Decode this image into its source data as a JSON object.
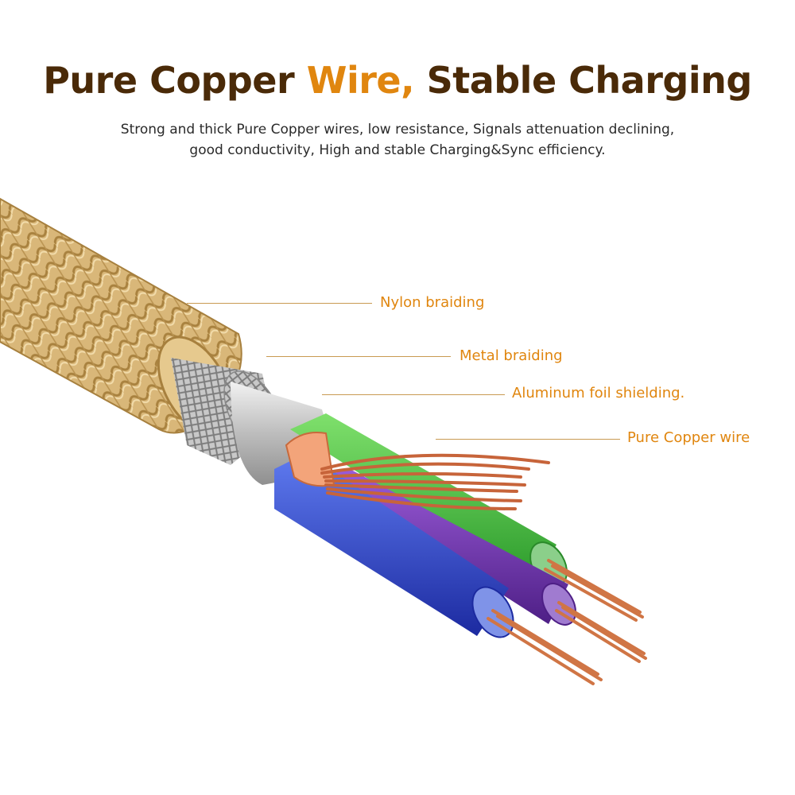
{
  "header": {
    "title_part1": "Pure Copper ",
    "title_part2": "Wire, ",
    "title_part3": "Stable Charging",
    "subtitle_line1": "Strong and thick Pure Copper wires, low resistance, Signals attenuation declining,",
    "subtitle_line2": "good conductivity, High and stable Charging&Sync efficiency."
  },
  "callouts": {
    "nylon": "Nylon braiding",
    "metal": "Metal braiding",
    "foil": "Aluminum foil shielding.",
    "copper": "Pure Copper wire"
  },
  "colors": {
    "title_dark": "#4a2a08",
    "title_accent": "#e0860f",
    "label": "#e0860f",
    "nylon": "#d8b678",
    "green_core": "#3fbf3a",
    "blue_core": "#2f44c8",
    "purple_core": "#6a2fa8",
    "copper": "#c7643a"
  }
}
